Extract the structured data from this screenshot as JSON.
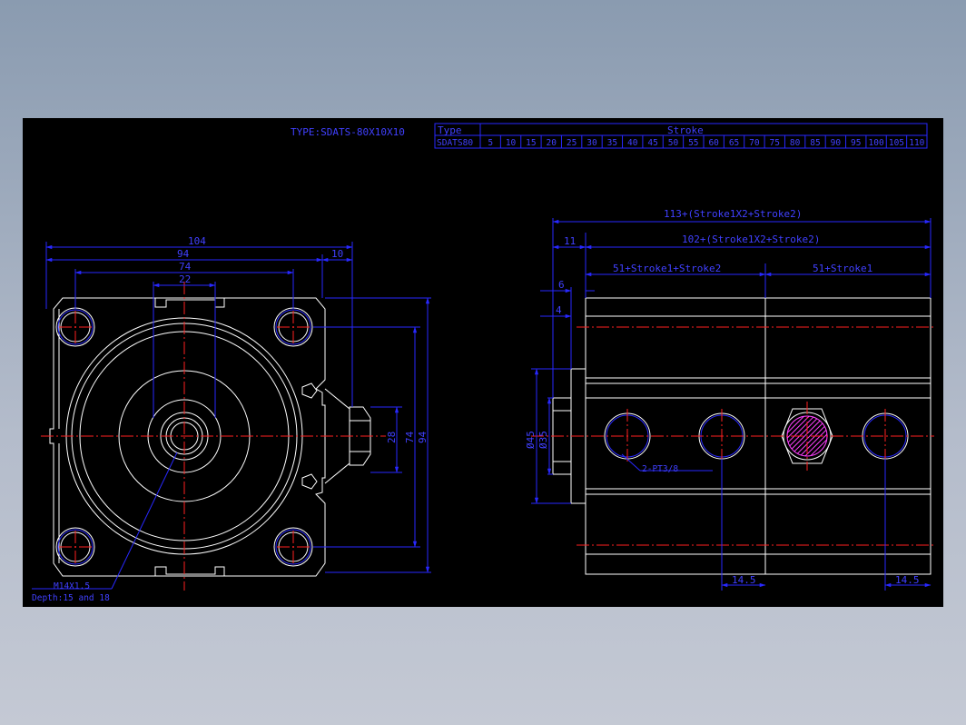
{
  "title_text": "TYPE:SDATS-80X10X10",
  "table": {
    "type_header": "Type",
    "stroke_header": "Stroke",
    "model": "SDATS80",
    "strokes": [
      "5",
      "10",
      "15",
      "20",
      "25",
      "30",
      "35",
      "40",
      "45",
      "50",
      "55",
      "60",
      "65",
      "70",
      "75",
      "80",
      "85",
      "90",
      "95",
      "100",
      "105",
      "110"
    ]
  },
  "front_view": {
    "dims": {
      "d104": "104",
      "d94_top": "94",
      "d10": "10",
      "d74_top": "74",
      "d22": "22",
      "d28": "28",
      "d74_side": "74",
      "d94_side": "94"
    },
    "callout_thread": "M14X1.5",
    "callout_depth": "Depth:15 and 18"
  },
  "side_view": {
    "dims": {
      "overall": "113+(Stroke1X2+Stroke2)",
      "d11": "11",
      "body": "102+(Stroke1X2+Stroke2)",
      "left_section": "51+Stroke1+Stroke2",
      "right_section": "51+Stroke1",
      "d6": "6",
      "d4": "4",
      "phi45": "Ø45",
      "phi35": "Ø35",
      "port": "2-PT3/8",
      "d14_5_left": "14.5",
      "d14_5_right": "14.5"
    }
  },
  "colors": {
    "background": "#000000",
    "outline": "#ffffff",
    "dimension": "#2828ff",
    "centerline": "#ff2020",
    "hatch": "#ff40ff"
  }
}
